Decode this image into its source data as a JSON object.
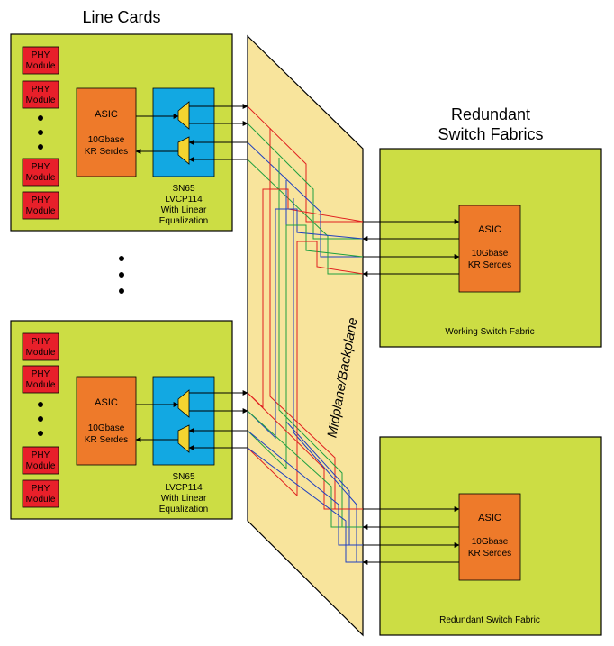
{
  "title_line_cards": "Line Cards",
  "title_fabrics": [
    "Redundant",
    "Switch Fabrics"
  ],
  "backplane_label": "Midplane/Backplane",
  "phy_label": [
    "PHY",
    "Module"
  ],
  "asic": {
    "title": "ASIC",
    "line1": "10Gbase",
    "line2": "KR Serdes"
  },
  "repeater_caption": [
    "SN65",
    "LVCP114",
    "With Linear",
    "Equalization"
  ],
  "working_fabric_label": "Working Switch Fabric",
  "redundant_fabric_label": "Redundant Switch Fabric",
  "colors": {
    "board": "#ccdd44",
    "backplane": "#f8e49c",
    "phy": "#e8202a",
    "asic": "#ee7a2a",
    "repeater": "#12a8e2",
    "mux": "#f4d430",
    "trace_red": "#e02020",
    "trace_green": "#20a040",
    "trace_blue": "#2040c0"
  }
}
